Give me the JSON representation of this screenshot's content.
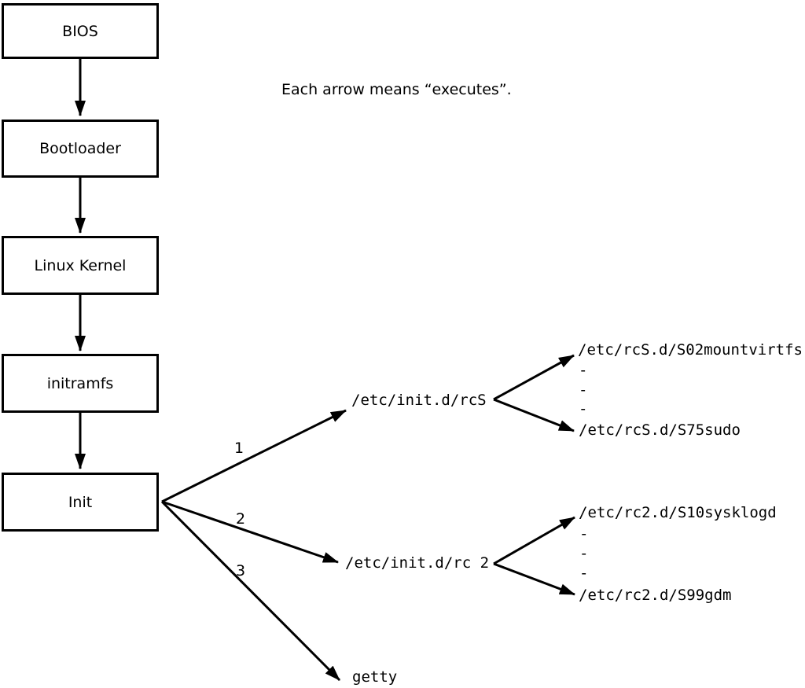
{
  "note": "Each arrow means “executes”.",
  "flow_boxes": [
    {
      "label": "BIOS"
    },
    {
      "label": "Bootloader"
    },
    {
      "label": "Linux Kernel"
    },
    {
      "label": "initramfs"
    },
    {
      "label": "Init"
    }
  ],
  "init_branches": [
    {
      "number": "1",
      "target": "/etc/init.d/rcS"
    },
    {
      "number": "2",
      "target": "/etc/init.d/rc 2"
    },
    {
      "number": "3",
      "target": "getty"
    }
  ],
  "rcs_scripts": {
    "first": "/etc/rcS.d/S02mountvirtfs",
    "ellipsis": [
      "-",
      "-",
      "-"
    ],
    "last": "/etc/rcS.d/S75sudo"
  },
  "rc2_scripts": {
    "first": "/etc/rc2.d/S10sysklogd",
    "ellipsis": [
      "-",
      "-",
      "-"
    ],
    "last": "/etc/rc2.d/S99gdm"
  }
}
